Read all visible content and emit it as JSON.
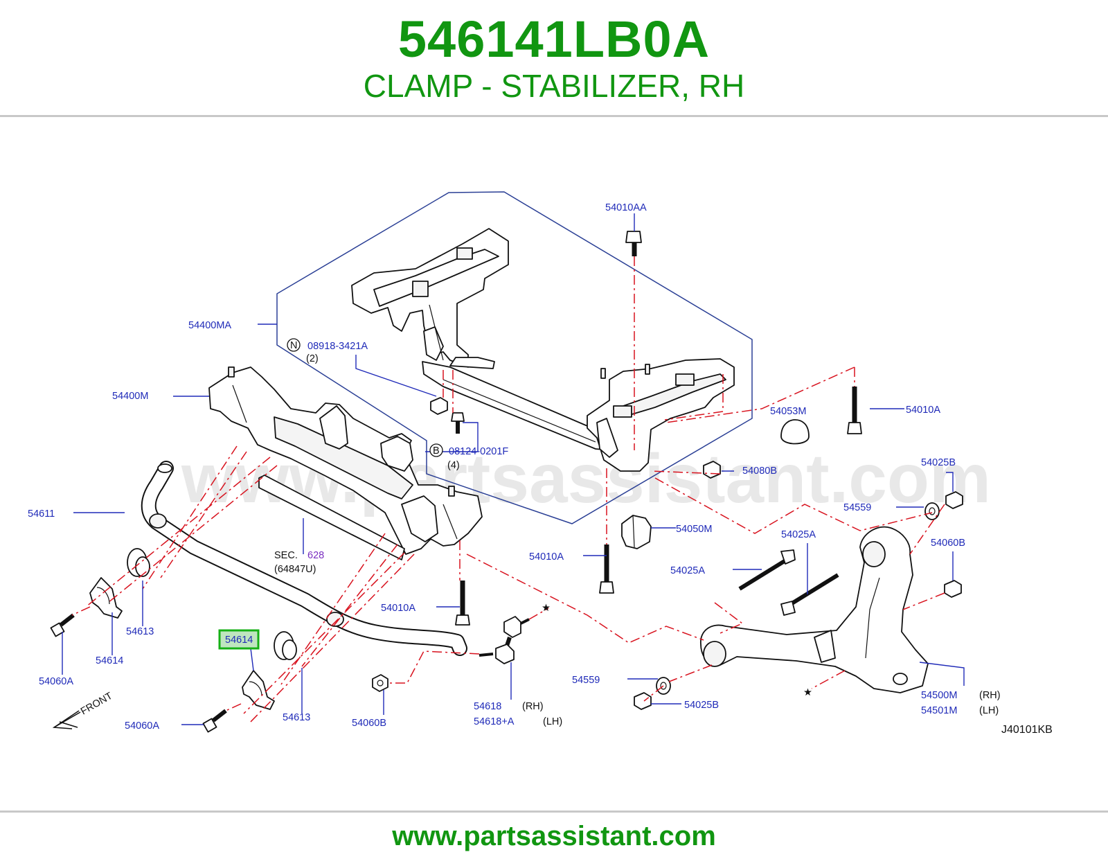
{
  "header": {
    "part_number": "546141LB0A",
    "part_description": "CLAMP - STABILIZER, RH"
  },
  "watermark": "www.partsassistant.com",
  "footer": {
    "url": "www.partsassistant.com"
  },
  "colors": {
    "brand_green": "#119611",
    "label_blue": "#1f2ab8",
    "leader_red": "#d8121e",
    "highlight_green": "#16b016"
  },
  "diagram": {
    "code": "J40101KB",
    "highlighted_part": "54614",
    "labels": {
      "l_54010AA": "54010AA",
      "l_54400MA": "54400MA",
      "l_08918": "08918-3421A",
      "l_08918_qty": "(2)",
      "l_N": "N",
      "l_54400M": "54400M",
      "l_08124": "08124-0201F",
      "l_08124_qty": "(4)",
      "l_B": "B",
      "l_54053M": "54053M",
      "l_54010A_r": "54010A",
      "l_54080B": "54080B",
      "l_54025B_r": "54025B",
      "l_54611": "54611",
      "l_54559_r": "54559",
      "l_54050M": "54050M",
      "l_54025A_1": "54025A",
      "l_54060B_r": "54060B",
      "l_sec": "SEC.",
      "l_sec_num": "628",
      "l_sec_code": "(64847U)",
      "l_54010A_m": "54010A",
      "l_54025A_2": "54025A",
      "l_54613_l": "54613",
      "l_54010A_c": "54010A",
      "l_54614_l": "54614",
      "l_54614_hl": "54614",
      "l_54060A_l": "54060A",
      "l_54559_b": "54559",
      "l_54500M": "54500M",
      "l_rh1": "(RH)",
      "l_54501M": "54501M",
      "l_lh1": "(LH)",
      "l_54025B_b": "54025B",
      "l_54618": "54618",
      "l_rh2": "(RH)",
      "l_54618A": "54618+A",
      "l_lh2": "(LH)",
      "l_54613_c": "54613",
      "l_54060B_b": "54060B",
      "l_54060A_b": "54060A",
      "l_front": "FRONT",
      "l_star1": "★",
      "l_star2": "★",
      "l_code": "J40101KB"
    }
  }
}
